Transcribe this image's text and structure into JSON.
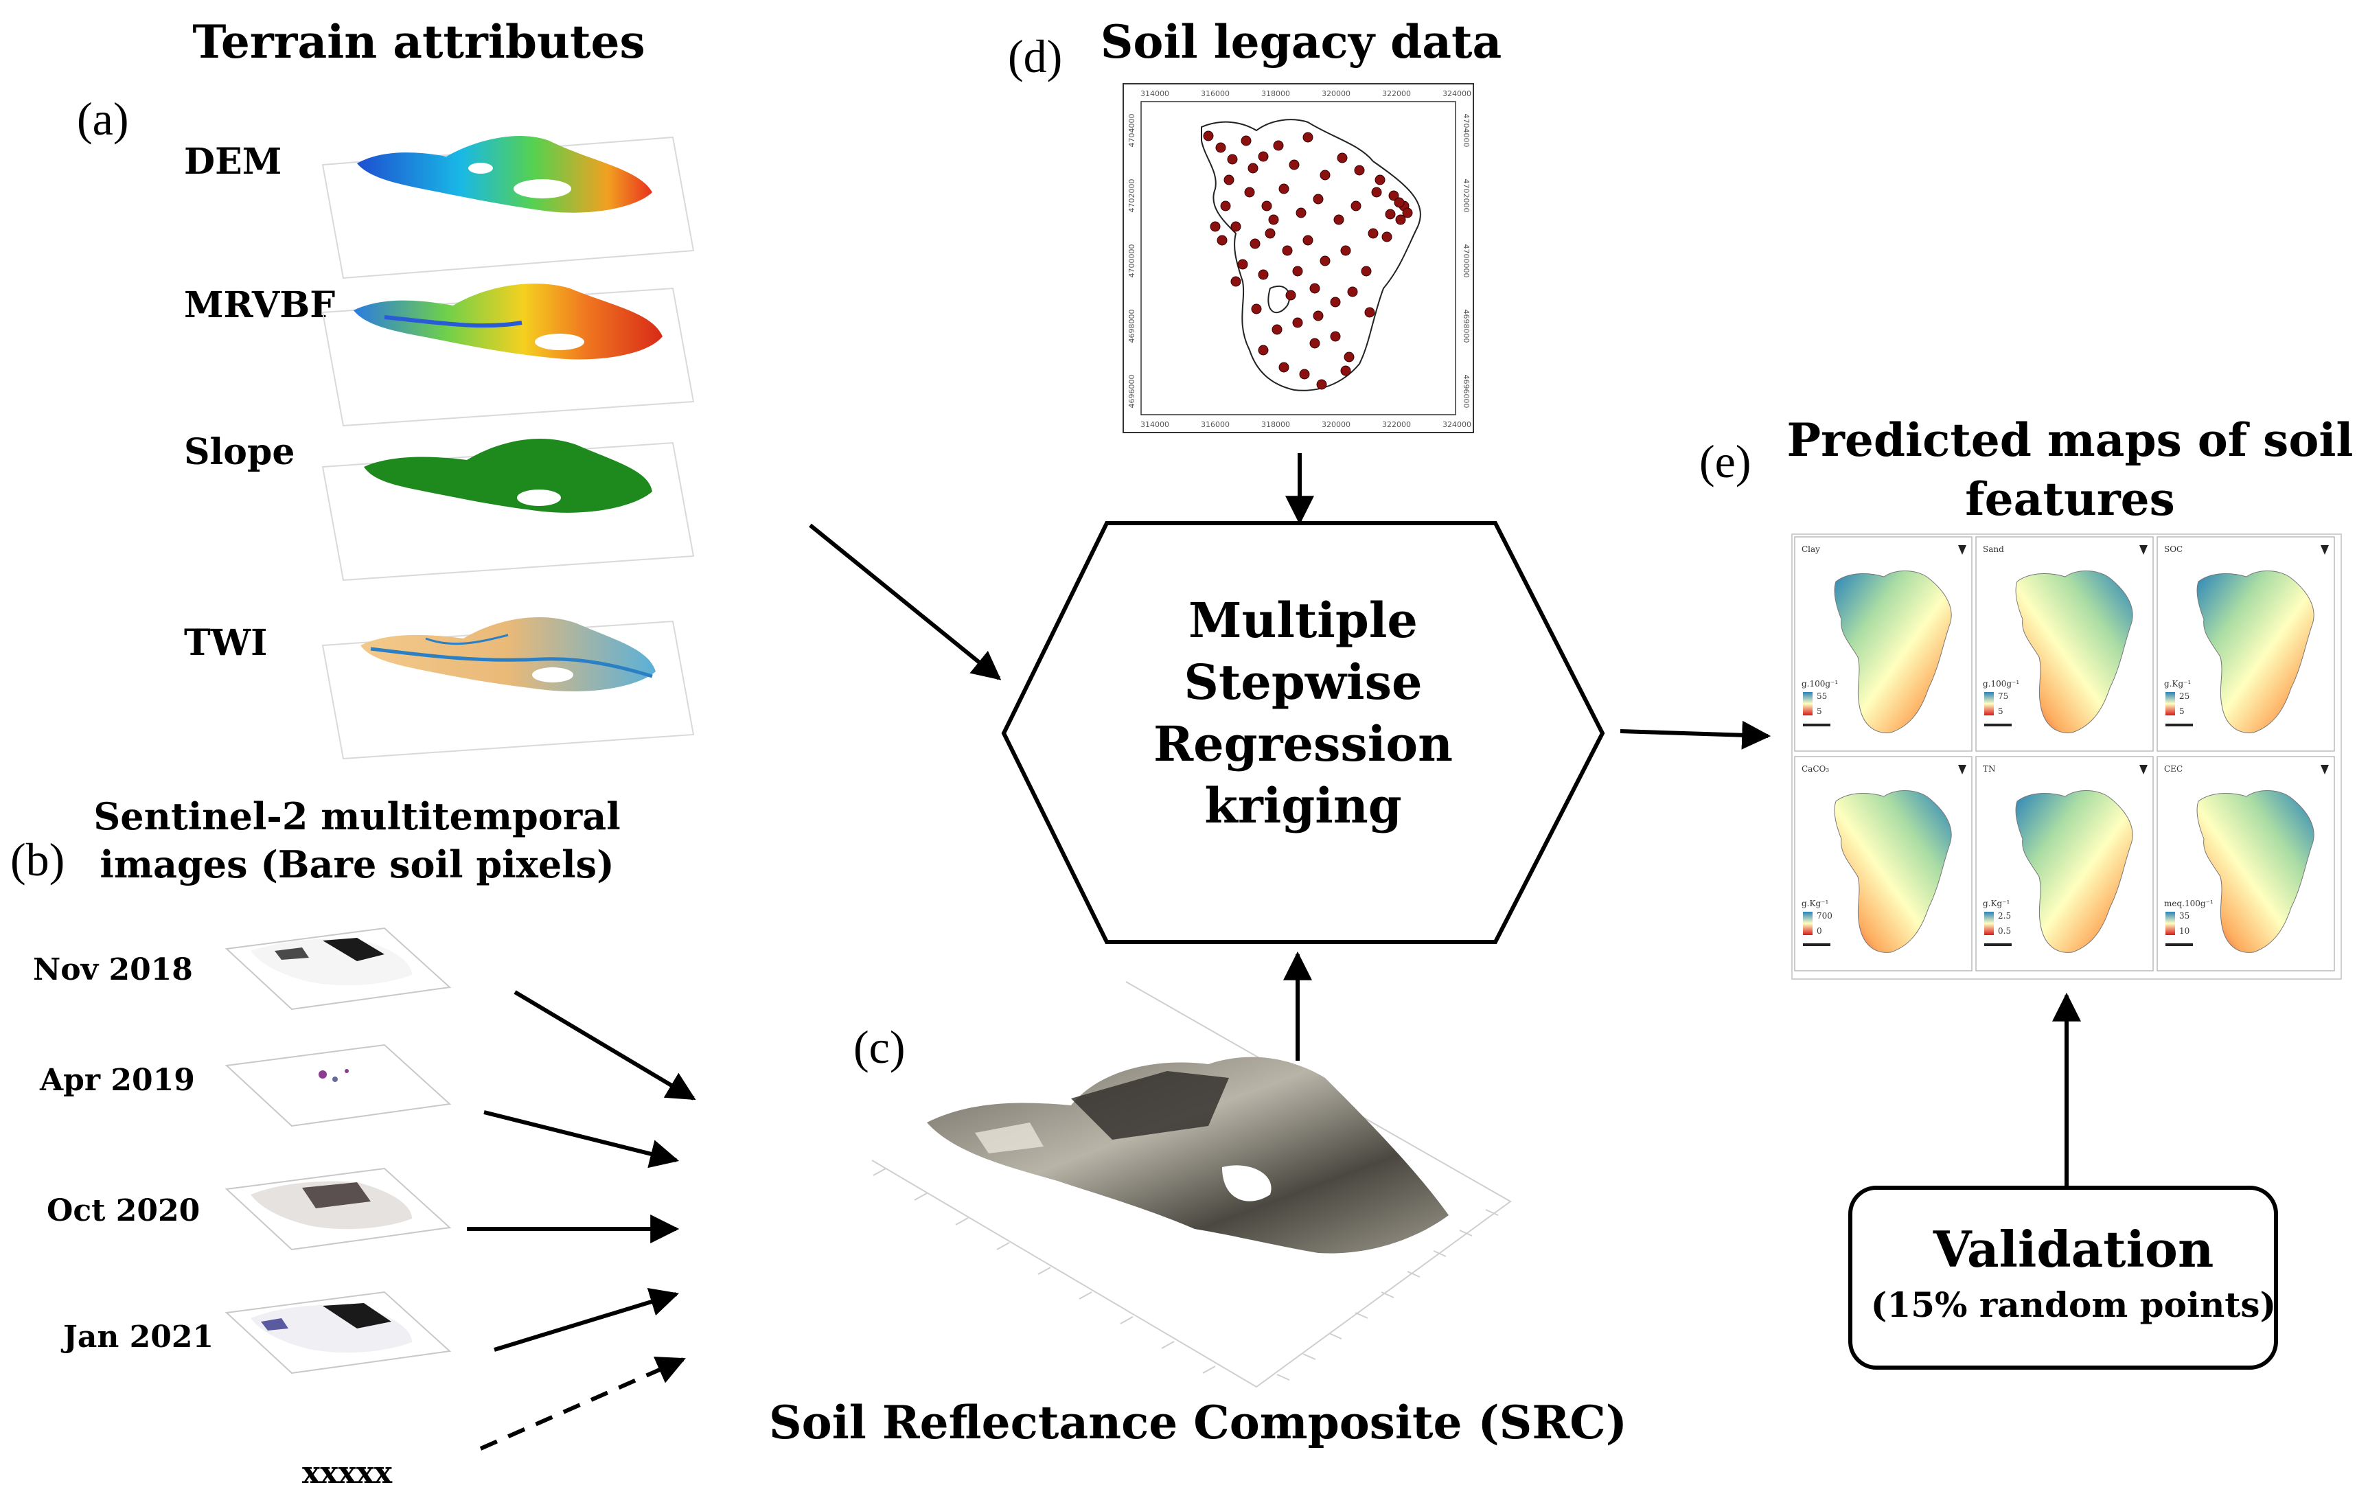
{
  "panel_letters": {
    "a": "(a)",
    "b": "(b)",
    "c": "(c)",
    "d": "(d)",
    "e": "(e)"
  },
  "terrain": {
    "title": "Terrain attributes",
    "layers": [
      "DEM",
      "MRVBF",
      "Slope",
      "TWI"
    ]
  },
  "sentinel": {
    "title_line1": "Sentinel-2 multitemporal",
    "title_line2": "images (Bare soil pixels)",
    "dates": [
      "Nov 2018",
      "Apr 2019",
      "Oct 2020",
      "Jan 2021",
      "xxxxx"
    ]
  },
  "legacy": {
    "title": "Soil legacy data",
    "x_ticks": [
      "314000",
      "316000",
      "318000",
      "320000",
      "322000",
      "324000"
    ],
    "y_ticks": [
      "4704000",
      "4702000",
      "4700000",
      "4698000",
      "4696000"
    ]
  },
  "model": {
    "line1": "Multiple",
    "line2": "Stepwise",
    "line3": "Regression",
    "line4": "kriging"
  },
  "src": {
    "title": "Soil Reflectance Composite (SRC)"
  },
  "predicted": {
    "title_line1": "Predicted maps of soil",
    "title_line2": "features",
    "maps": [
      {
        "name": "Clay",
        "unit": "g.100g⁻¹",
        "high": "55",
        "low": "5"
      },
      {
        "name": "Sand",
        "unit": "g.100g⁻¹",
        "high": "75",
        "low": "5"
      },
      {
        "name": "SOC",
        "unit": "g.Kg⁻¹",
        "high": "25",
        "low": "5"
      },
      {
        "name": "CaCO₃",
        "unit": "g.Kg⁻¹",
        "high": "700",
        "low": "0"
      },
      {
        "name": "TN",
        "unit": "g.Kg⁻¹",
        "high": "2.5",
        "low": "0.5"
      },
      {
        "name": "CEC",
        "unit": "meq.100g⁻¹",
        "high": "35",
        "low": "10"
      }
    ]
  },
  "validation": {
    "title": "Validation",
    "subtitle": "(15% random points)"
  },
  "colors": {
    "arrow": "#000000",
    "sample_points": "#8b1010",
    "slope_fill": "#1e8a1e",
    "hex_stroke": "#000000"
  }
}
